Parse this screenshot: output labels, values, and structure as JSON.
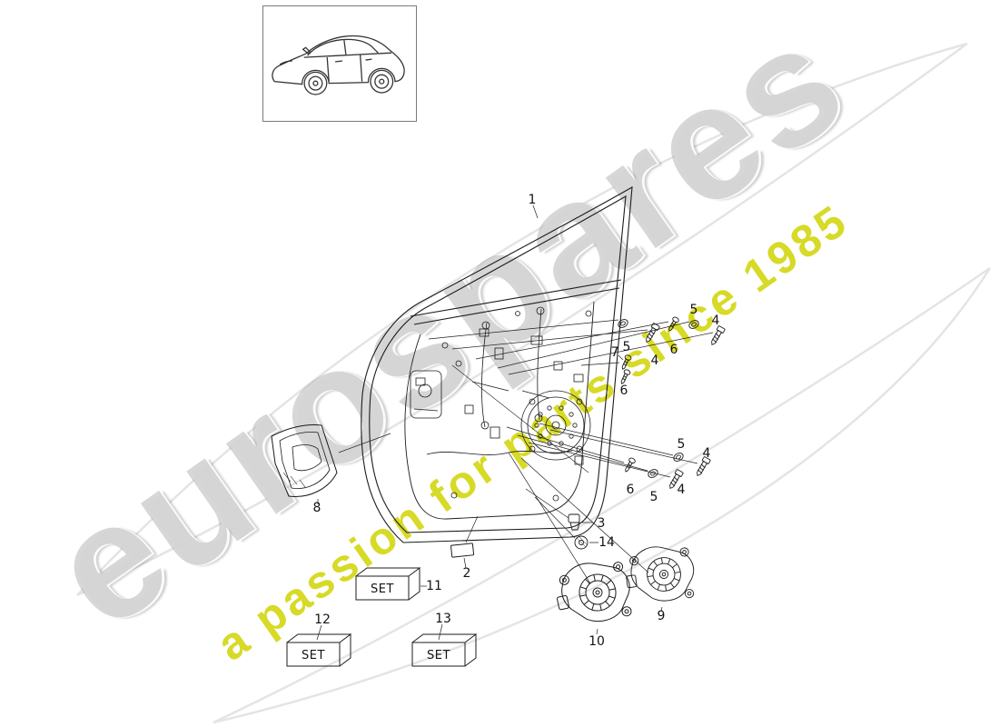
{
  "watermark": {
    "brand": "eurospares",
    "tagline": "a passion for parts since 1985",
    "brand_color": "#b0b0b0",
    "tagline_color": "#d0d400"
  },
  "kits": [
    {
      "number": "11",
      "label": "SET"
    },
    {
      "number": "12",
      "label": "SET"
    },
    {
      "number": "13",
      "label": "SET"
    }
  ],
  "callouts": [
    {
      "label": "1"
    },
    {
      "label": "5"
    },
    {
      "label": "4"
    },
    {
      "label": "6"
    },
    {
      "label": "5"
    },
    {
      "label": "4"
    },
    {
      "label": "7"
    },
    {
      "label": "6"
    },
    {
      "label": "5"
    },
    {
      "label": "4"
    },
    {
      "label": "6"
    },
    {
      "label": "5"
    },
    {
      "label": "4"
    },
    {
      "label": "8"
    },
    {
      "label": "3"
    },
    {
      "label": "14"
    },
    {
      "label": "2"
    },
    {
      "label": "11"
    },
    {
      "label": "12"
    },
    {
      "label": "13"
    },
    {
      "label": "10"
    },
    {
      "label": "9"
    }
  ]
}
